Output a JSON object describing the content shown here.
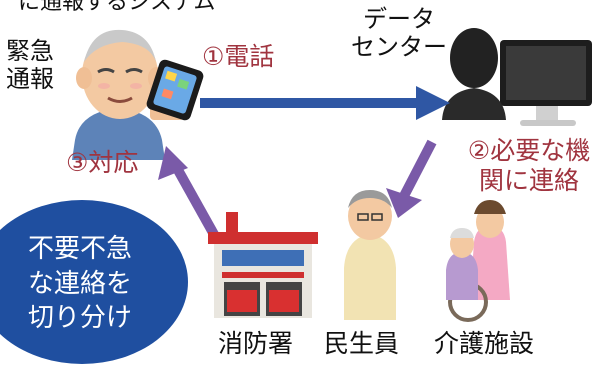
{
  "labels": {
    "top_left_partial": "に通報するシステム",
    "elder_left_line1": "緊急",
    "elder_left_line2": "通報",
    "data_center_line1": "データ",
    "data_center_line2": "センター",
    "step1": "①電話",
    "step2_line1": "②必要な機",
    "step2_line2": "関に連絡",
    "step3": "③対応",
    "fire_station": "消防署",
    "welfare_commissioner": "民生員",
    "care_facility": "介護施設"
  },
  "bubble": {
    "line1": "不要不急",
    "line2": "な連絡を",
    "line3": "切り分け"
  },
  "colors": {
    "arrow_blue": "#2f57a4",
    "arrow_purple": "#7a5aa8",
    "step_red": "#a0343f",
    "bubble_blue": "#1f4fa0"
  }
}
